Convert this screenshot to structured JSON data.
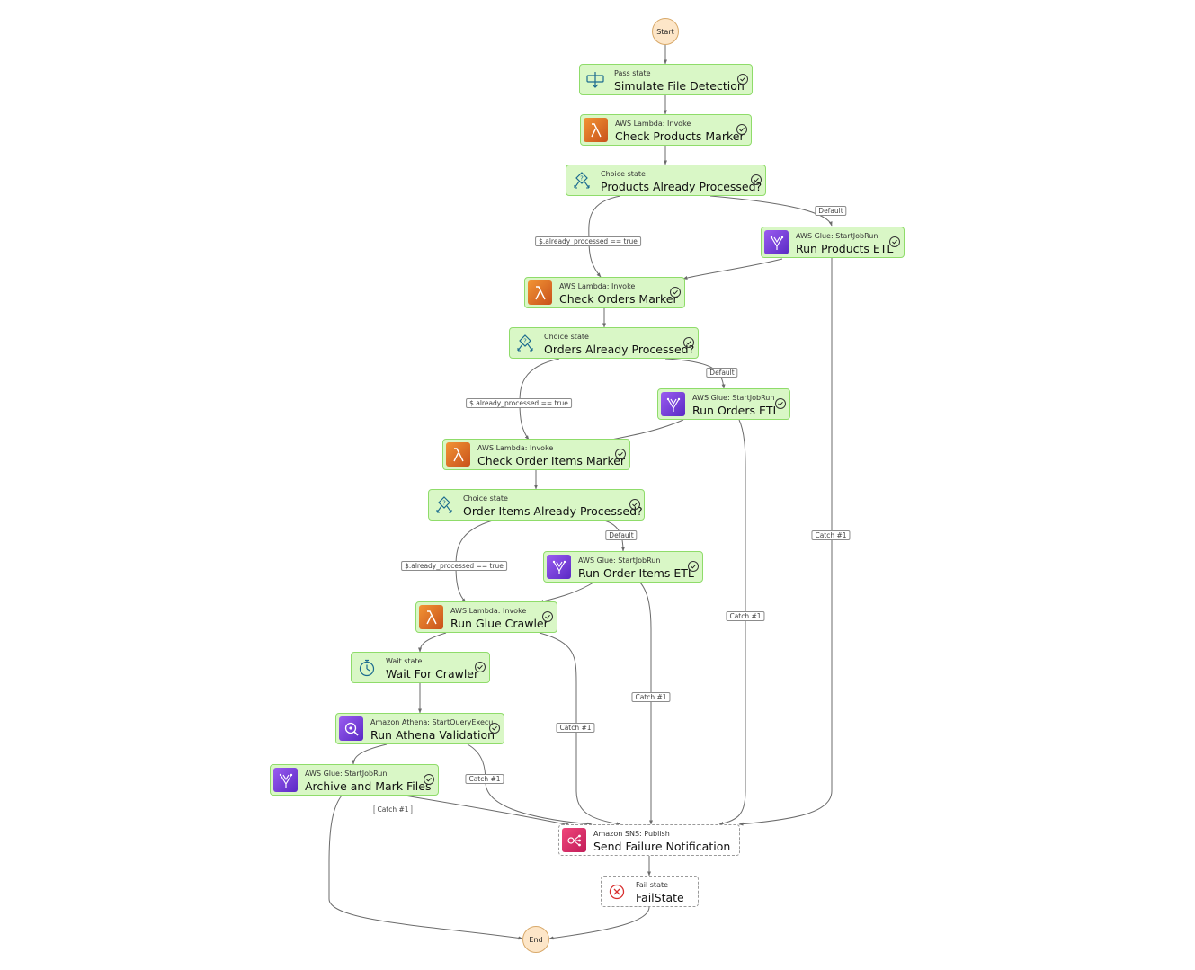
{
  "terminals": {
    "start": "Start",
    "end": "End"
  },
  "nodes": {
    "simulate": {
      "type": "Pass state",
      "name": "Simulate File Detection",
      "icon": "pass-state-icon"
    },
    "check_products": {
      "type": "AWS Lambda: Invoke",
      "name": "Check Products Marker",
      "icon": "lambda-icon"
    },
    "products_choice": {
      "type": "Choice state",
      "name": "Products Already Processed?",
      "icon": "choice-state-icon"
    },
    "run_products": {
      "type": "AWS Glue: StartJobRun",
      "name": "Run Products ETL",
      "icon": "glue-icon"
    },
    "check_orders": {
      "type": "AWS Lambda: Invoke",
      "name": "Check Orders Marker",
      "icon": "lambda-icon"
    },
    "orders_choice": {
      "type": "Choice state",
      "name": "Orders Already Processed?",
      "icon": "choice-state-icon"
    },
    "run_orders": {
      "type": "AWS Glue: StartJobRun",
      "name": "Run Orders ETL",
      "icon": "glue-icon"
    },
    "check_order_items": {
      "type": "AWS Lambda: Invoke",
      "name": "Check Order Items Marker",
      "icon": "lambda-icon"
    },
    "order_items_choice": {
      "type": "Choice state",
      "name": "Order Items Already Processed?",
      "icon": "choice-state-icon"
    },
    "run_order_items": {
      "type": "AWS Glue: StartJobRun",
      "name": "Run Order Items ETL",
      "icon": "glue-icon"
    },
    "run_crawler": {
      "type": "AWS Lambda: Invoke",
      "name": "Run Glue Crawler",
      "icon": "lambda-icon"
    },
    "wait_crawler": {
      "type": "Wait state",
      "name": "Wait For Crawler",
      "icon": "timer-icon"
    },
    "athena": {
      "type": "Amazon Athena: StartQueryExecu",
      "name": "Run Athena Validation",
      "icon": "athena-icon"
    },
    "archive": {
      "type": "AWS Glue: StartJobRun",
      "name": "Archive and Mark Files",
      "icon": "glue-icon"
    },
    "sns": {
      "type": "Amazon SNS: Publish",
      "name": "Send Failure Notification",
      "icon": "sns-icon"
    },
    "fail": {
      "type": "Fail state",
      "name": "FailState",
      "icon": "fail-icon"
    }
  },
  "edge_labels": {
    "default": "Default",
    "already_processed": "$.already_processed == true",
    "catch": "Catch #1"
  },
  "colors": {
    "node_fill": "#d9f7c6",
    "node_border": "#8fdc6a",
    "terminal_fill": "#fde6c8",
    "lambda": "#e8761f",
    "glue": "#7a3fe0",
    "sns": "#e0306a",
    "fail": "#d83030"
  }
}
